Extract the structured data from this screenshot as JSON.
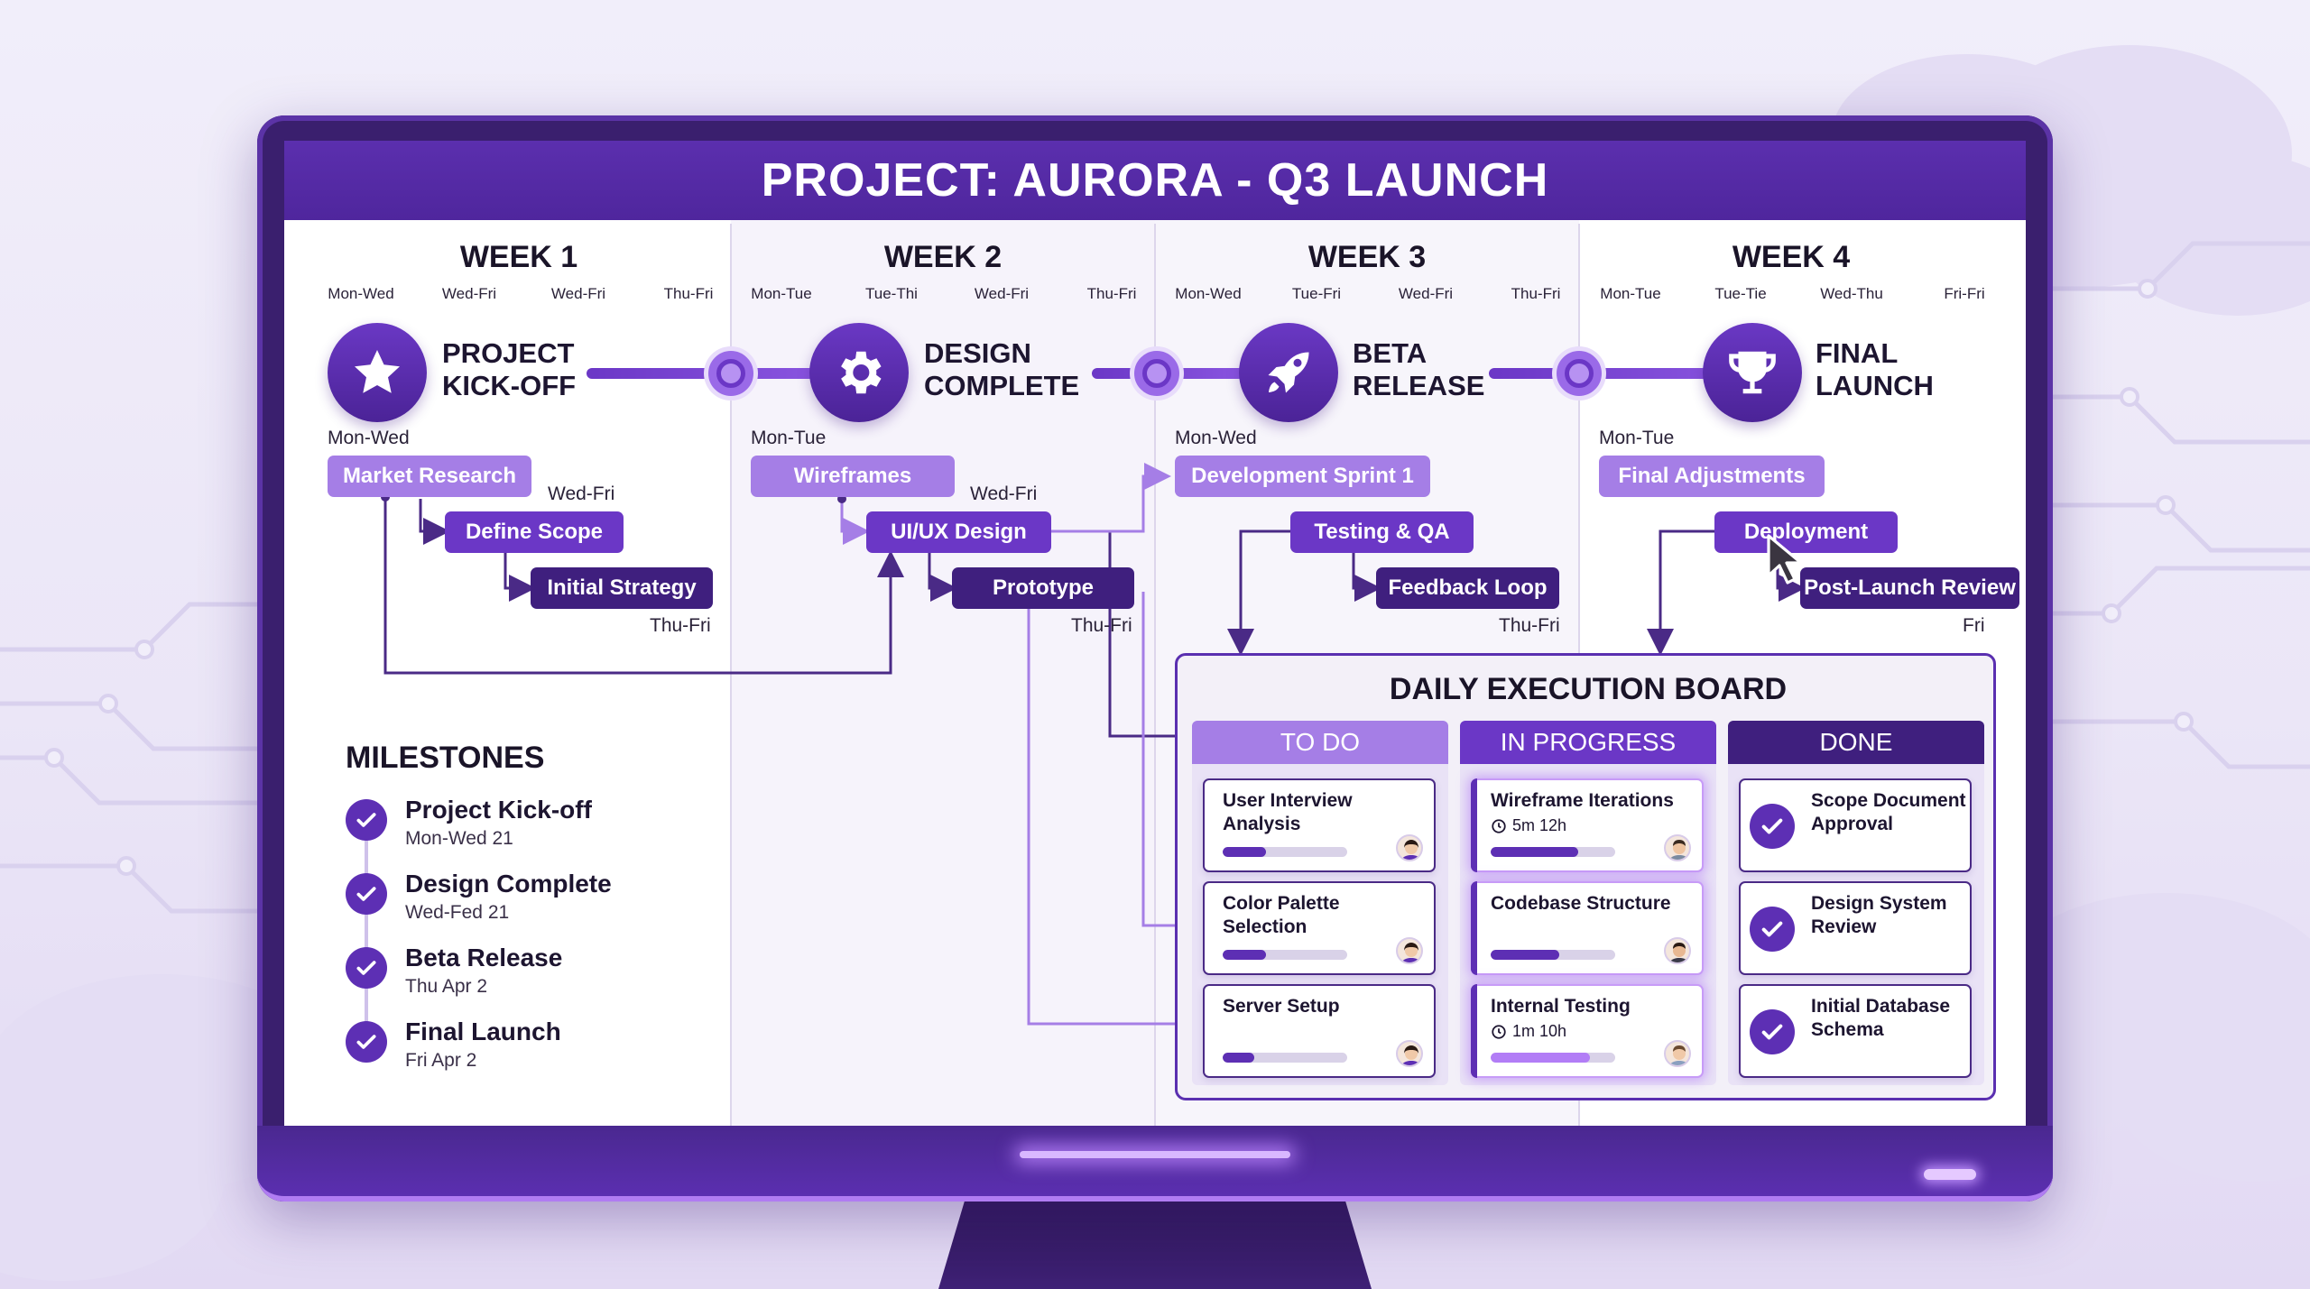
{
  "header": {
    "title": "PROJECT: AURORA - Q3 LAUNCH"
  },
  "weeks": [
    {
      "title": "WEEK 1",
      "days": [
        "Mon-Wed",
        "Wed-Fri",
        "Wed-Fri",
        "Thu-Fri"
      ],
      "milestone": {
        "line1": "PROJECT",
        "line2": "KICK-OFF",
        "icon": "star-icon"
      },
      "range_label": "Mon-Wed",
      "tasks": [
        "Market Research",
        "Define Scope",
        "Initial Strategy"
      ],
      "mid_label": "Wed-Fri",
      "end_label": "Thu-Fri"
    },
    {
      "title": "WEEK 2",
      "days": [
        "Mon-Tue",
        "Tue-Thi",
        "Wed-Fri",
        "Thu-Fri"
      ],
      "milestone": {
        "line1": "DESIGN",
        "line2": "COMPLETE",
        "icon": "gear-icon"
      },
      "range_label": "Mon-Tue",
      "tasks": [
        "Wireframes",
        "UI/UX Design",
        "Prototype"
      ],
      "mid_label": "Wed-Fri",
      "end_label": "Thu-Fri"
    },
    {
      "title": "WEEK 3",
      "days": [
        "Mon-Wed",
        "Tue-Fri",
        "Wed-Fri",
        "Thu-Fri"
      ],
      "milestone": {
        "line1": "BETA",
        "line2": "RELEASE",
        "icon": "rocket-icon"
      },
      "range_label": "Mon-Wed",
      "tasks": [
        "Development Sprint 1",
        "Testing & QA",
        "Feedback Loop"
      ],
      "end_label": "Thu-Fri"
    },
    {
      "title": "WEEK 4",
      "days": [
        "Mon-Tue",
        "Tue-Tie",
        "Wed-Thu",
        "Fri-Fri"
      ],
      "milestone": {
        "line1": "FINAL",
        "line2": "LAUNCH",
        "icon": "trophy-icon"
      },
      "range_label": "Mon-Tue",
      "tasks": [
        "Final Adjustments",
        "Deployment",
        "Post-Launch Review"
      ],
      "end_label": "Fri"
    }
  ],
  "milestones": {
    "heading": "MILESTONES",
    "items": [
      {
        "name": "Project Kick-off",
        "date": "Mon-Wed 21"
      },
      {
        "name": "Design Complete",
        "date": "Wed-Fed 21"
      },
      {
        "name": "Beta Release",
        "date": "Thu Apr 2"
      },
      {
        "name": "Final Launch",
        "date": "Fri Apr 2"
      }
    ]
  },
  "board": {
    "title": "DAILY EXECUTION BOARD",
    "columns": [
      {
        "title": "TO DO",
        "cards": [
          {
            "line1": "User Interview",
            "line2": "Analysis",
            "progress": 0.35
          },
          {
            "line1": "Color Palette",
            "line2": "Selection",
            "progress": 0.35
          },
          {
            "line1": "Server Setup",
            "line2": "",
            "progress": 0.25
          }
        ]
      },
      {
        "title": "IN PROGRESS",
        "cards": [
          {
            "line1": "Wireframe Iterations",
            "timer": "5m 12h",
            "progress": 0.7
          },
          {
            "line1": "Codebase Structure",
            "timer": "",
            "progress": 0.55
          },
          {
            "line1": "Internal Testing",
            "timer": "1m 10h",
            "progress": 0.8
          }
        ]
      },
      {
        "title": "DONE",
        "cards": [
          {
            "line1": "Scope Document",
            "line2": "Approval"
          },
          {
            "line1": "Design System",
            "line2": "Review"
          },
          {
            "line1": "Initial Database",
            "line2": "Schema"
          }
        ]
      }
    ]
  },
  "colors": {
    "primary": "#5b2fae",
    "accent": "#6b37c6",
    "light_task": "#a57ee6",
    "dark_task": "#3f1f7e",
    "glow": "#b27df6"
  }
}
